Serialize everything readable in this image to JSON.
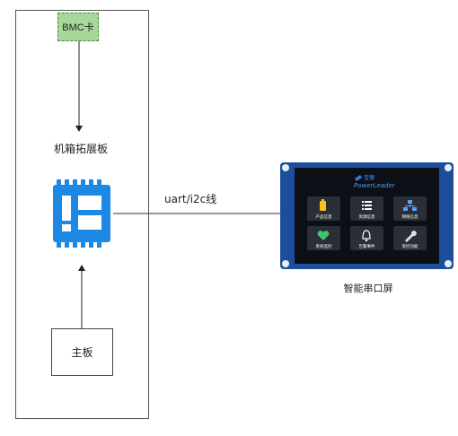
{
  "chassis": {
    "bmc_label": "BMC卡",
    "extension_board_label": "机箱拓展板",
    "mainboard_label": "主板"
  },
  "connection": {
    "label": "uart/i2c线"
  },
  "display": {
    "label": "智能串口屏",
    "brand_top": "宝德",
    "brand": "PowerLeader",
    "tiles": [
      {
        "label": "产品信息",
        "icon": "battery-icon"
      },
      {
        "label": "资源信息",
        "icon": "list-icon"
      },
      {
        "label": "网络信息",
        "icon": "network-icon"
      },
      {
        "label": "系统监控",
        "icon": "heart-monitor-icon"
      },
      {
        "label": "告警事件",
        "icon": "bell-icon"
      },
      {
        "label": "受控功能",
        "icon": "wrench-icon"
      }
    ]
  }
}
